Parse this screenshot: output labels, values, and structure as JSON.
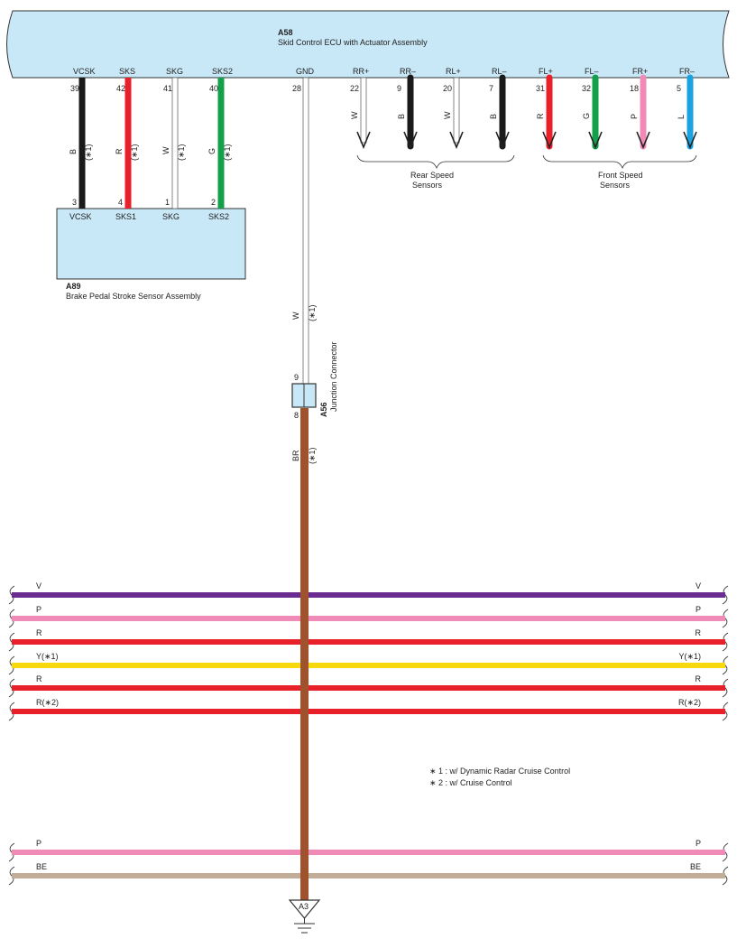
{
  "ecu": {
    "code": "A58",
    "name": "Skid Control ECU with Actuator Assembly",
    "fill": "#c9e8f7"
  },
  "sensor": {
    "code": "A89",
    "name": "Brake Pedal Stroke Sensor Assembly",
    "fill": "#c9e8f7"
  },
  "junction": {
    "code": "A56",
    "name": "Junction Connector",
    "pin_top": "9",
    "pin_bottom": "8"
  },
  "ground": {
    "code": "A3"
  },
  "sensor_wires": [
    {
      "ecu_label": "VCSK",
      "ecu_pin": "39",
      "color_code": "B",
      "note": "(∗1)",
      "sensor_pin": "3",
      "sensor_label": "VCSK",
      "color": "#1a1a1a"
    },
    {
      "ecu_label": "SKS",
      "ecu_pin": "42",
      "color_code": "R",
      "note": "(∗1)",
      "sensor_pin": "4",
      "sensor_label": "SKS1",
      "color": "#e8202a"
    },
    {
      "ecu_label": "SKG",
      "ecu_pin": "41",
      "color_code": "W",
      "note": "(∗1)",
      "sensor_pin": "1",
      "sensor_label": "SKG",
      "color": "#ffffff"
    },
    {
      "ecu_label": "SKS2",
      "ecu_pin": "40",
      "color_code": "G",
      "note": "(∗1)",
      "sensor_pin": "2",
      "sensor_label": "SKS2",
      "color": "#12a04a"
    }
  ],
  "gnd_wire": {
    "ecu_label": "GND",
    "ecu_pin": "28",
    "upper_code": "W",
    "upper_note": "(∗1)",
    "lower_code": "BR",
    "lower_note": "(∗1)",
    "upper_color": "#ffffff",
    "lower_color": "#a0522d"
  },
  "speed_wires": [
    {
      "label": "RR+",
      "pin": "22",
      "color_code": "W",
      "color": "#ffffff"
    },
    {
      "label": "RR–",
      "pin": "9",
      "color_code": "B",
      "color": "#1a1a1a"
    },
    {
      "label": "RL+",
      "pin": "20",
      "color_code": "W",
      "color": "#ffffff"
    },
    {
      "label": "RL–",
      "pin": "7",
      "color_code": "B",
      "color": "#1a1a1a"
    },
    {
      "label": "FL+",
      "pin": "31",
      "color_code": "R",
      "color": "#e8202a"
    },
    {
      "label": "FL–",
      "pin": "32",
      "color_code": "G",
      "color": "#12a04a"
    },
    {
      "label": "FR+",
      "pin": "18",
      "color_code": "P",
      "color": "#f08bb8"
    },
    {
      "label": "FR–",
      "pin": "5",
      "color_code": "L",
      "color": "#1ba3e0"
    }
  ],
  "groups": {
    "rear": {
      "line1": "Rear Speed",
      "line2": "Sensors"
    },
    "front": {
      "line1": "Front Speed",
      "line2": "Sensors"
    }
  },
  "buses": [
    {
      "left": "V",
      "right": "V",
      "color": "#6a2c91"
    },
    {
      "left": "P",
      "right": "P",
      "color": "#f08bb8"
    },
    {
      "left": "R",
      "right": "R",
      "color": "#e8202a"
    },
    {
      "left": "Y(∗1)",
      "right": "Y(∗1)",
      "color": "#f7d90e"
    },
    {
      "left": "R",
      "right": "R",
      "color": "#e8202a"
    },
    {
      "left": "R(∗2)",
      "right": "R(∗2)",
      "color": "#e8202a"
    },
    {
      "left": "P",
      "right": "P",
      "color": "#f08bb8"
    },
    {
      "left": "BE",
      "right": "BE",
      "color": "#c2ad99"
    }
  ],
  "notes": [
    "∗ 1 : w/ Dynamic Radar Cruise Control",
    "∗ 2 : w/ Cruise Control"
  ]
}
